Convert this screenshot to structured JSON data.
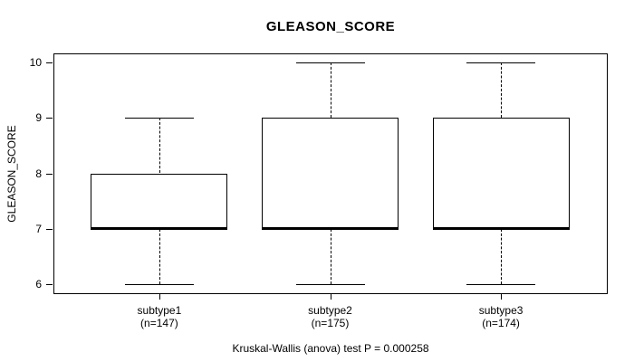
{
  "title": "GLEASON_SCORE",
  "chart_data": {
    "type": "boxplot",
    "title": "GLEASON_SCORE",
    "ylabel": "GLEASON_SCORE",
    "xlabel": "",
    "y_ticks": [
      6,
      7,
      8,
      9,
      10
    ],
    "ylim": [
      5.84,
      10.16
    ],
    "grid": false,
    "categories": [
      "subtype1",
      "subtype2",
      "subtype3"
    ],
    "groups": [
      {
        "label": "subtype1",
        "n_label": "(n=147)",
        "n": 147,
        "whisker_low": 6,
        "q1": 7,
        "median": 7,
        "q3": 8,
        "whisker_high": 9
      },
      {
        "label": "subtype2",
        "n_label": "(n=175)",
        "n": 175,
        "whisker_low": 6,
        "q1": 7,
        "median": 7,
        "q3": 9,
        "whisker_high": 10
      },
      {
        "label": "subtype3",
        "n_label": "(n=174)",
        "n": 174,
        "whisker_low": 6,
        "q1": 7,
        "median": 7,
        "q3": 9,
        "whisker_high": 10
      }
    ],
    "annotation": "Kruskal-Wallis (anova) test P = 0.000258",
    "colors": {
      "line": "#000000",
      "box_fill": "#ffffff",
      "background": "#ffffff",
      "text": "#000000"
    }
  }
}
